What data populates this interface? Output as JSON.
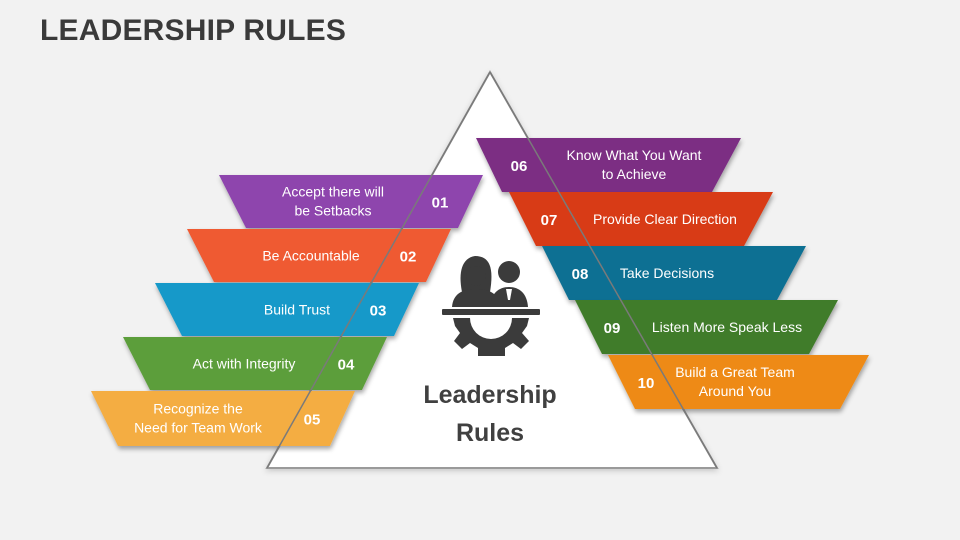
{
  "title": "LEADERSHIP RULES",
  "center": {
    "line1": "Leadership",
    "line2": "Rules",
    "icon": "leaders-with-gear-icon"
  },
  "rules": [
    {
      "num": "01",
      "lines": [
        "Accept there will",
        "be Setbacks"
      ],
      "color": "#8e44ad"
    },
    {
      "num": "02",
      "lines": [
        "Be Accountable"
      ],
      "color": "#ef5a32"
    },
    {
      "num": "03",
      "lines": [
        "Build Trust"
      ],
      "color": "#1799c9"
    },
    {
      "num": "04",
      "lines": [
        "Act with Integrity"
      ],
      "color": "#5b9e3a"
    },
    {
      "num": "05",
      "lines": [
        "Recognize the",
        "Need for Team Work"
      ],
      "color": "#f4ad42"
    },
    {
      "num": "06",
      "lines": [
        "Know What You Want",
        "to Achieve"
      ],
      "color": "#7b2d83"
    },
    {
      "num": "07",
      "lines": [
        "Provide Clear Direction"
      ],
      "color": "#d83a19"
    },
    {
      "num": "08",
      "lines": [
        "Take Decisions"
      ],
      "color": "#0b6f93"
    },
    {
      "num": "09",
      "lines": [
        "Listen More Speak Less"
      ],
      "color": "#3f7b2a"
    },
    {
      "num": "10",
      "lines": [
        "Build a Great Team",
        "Around You"
      ],
      "color": "#ee8a12"
    }
  ]
}
